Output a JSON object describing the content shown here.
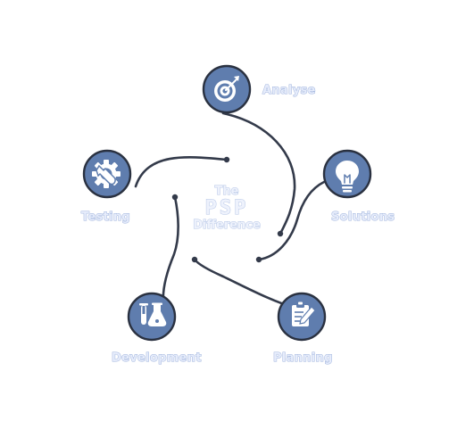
{
  "center": {
    "line1": "The",
    "logo": "PSP",
    "line3": "Difference"
  },
  "steps": [
    {
      "id": "analyse",
      "label": "Analyse",
      "icon": "target-icon"
    },
    {
      "id": "solutions",
      "label": "Solutions",
      "icon": "lightbulb-icon"
    },
    {
      "id": "planning",
      "label": "Planning",
      "icon": "clipboard-pencil-icon"
    },
    {
      "id": "development",
      "label": "Development",
      "icon": "lab-flasks-icon"
    },
    {
      "id": "testing",
      "label": "Testing",
      "icon": "gear-wrench-icon"
    }
  ],
  "colors": {
    "node_fill": "#5f7dae",
    "node_border": "#2a3140",
    "connector": "#333a4a",
    "label_fill": "#e6ecfb"
  }
}
